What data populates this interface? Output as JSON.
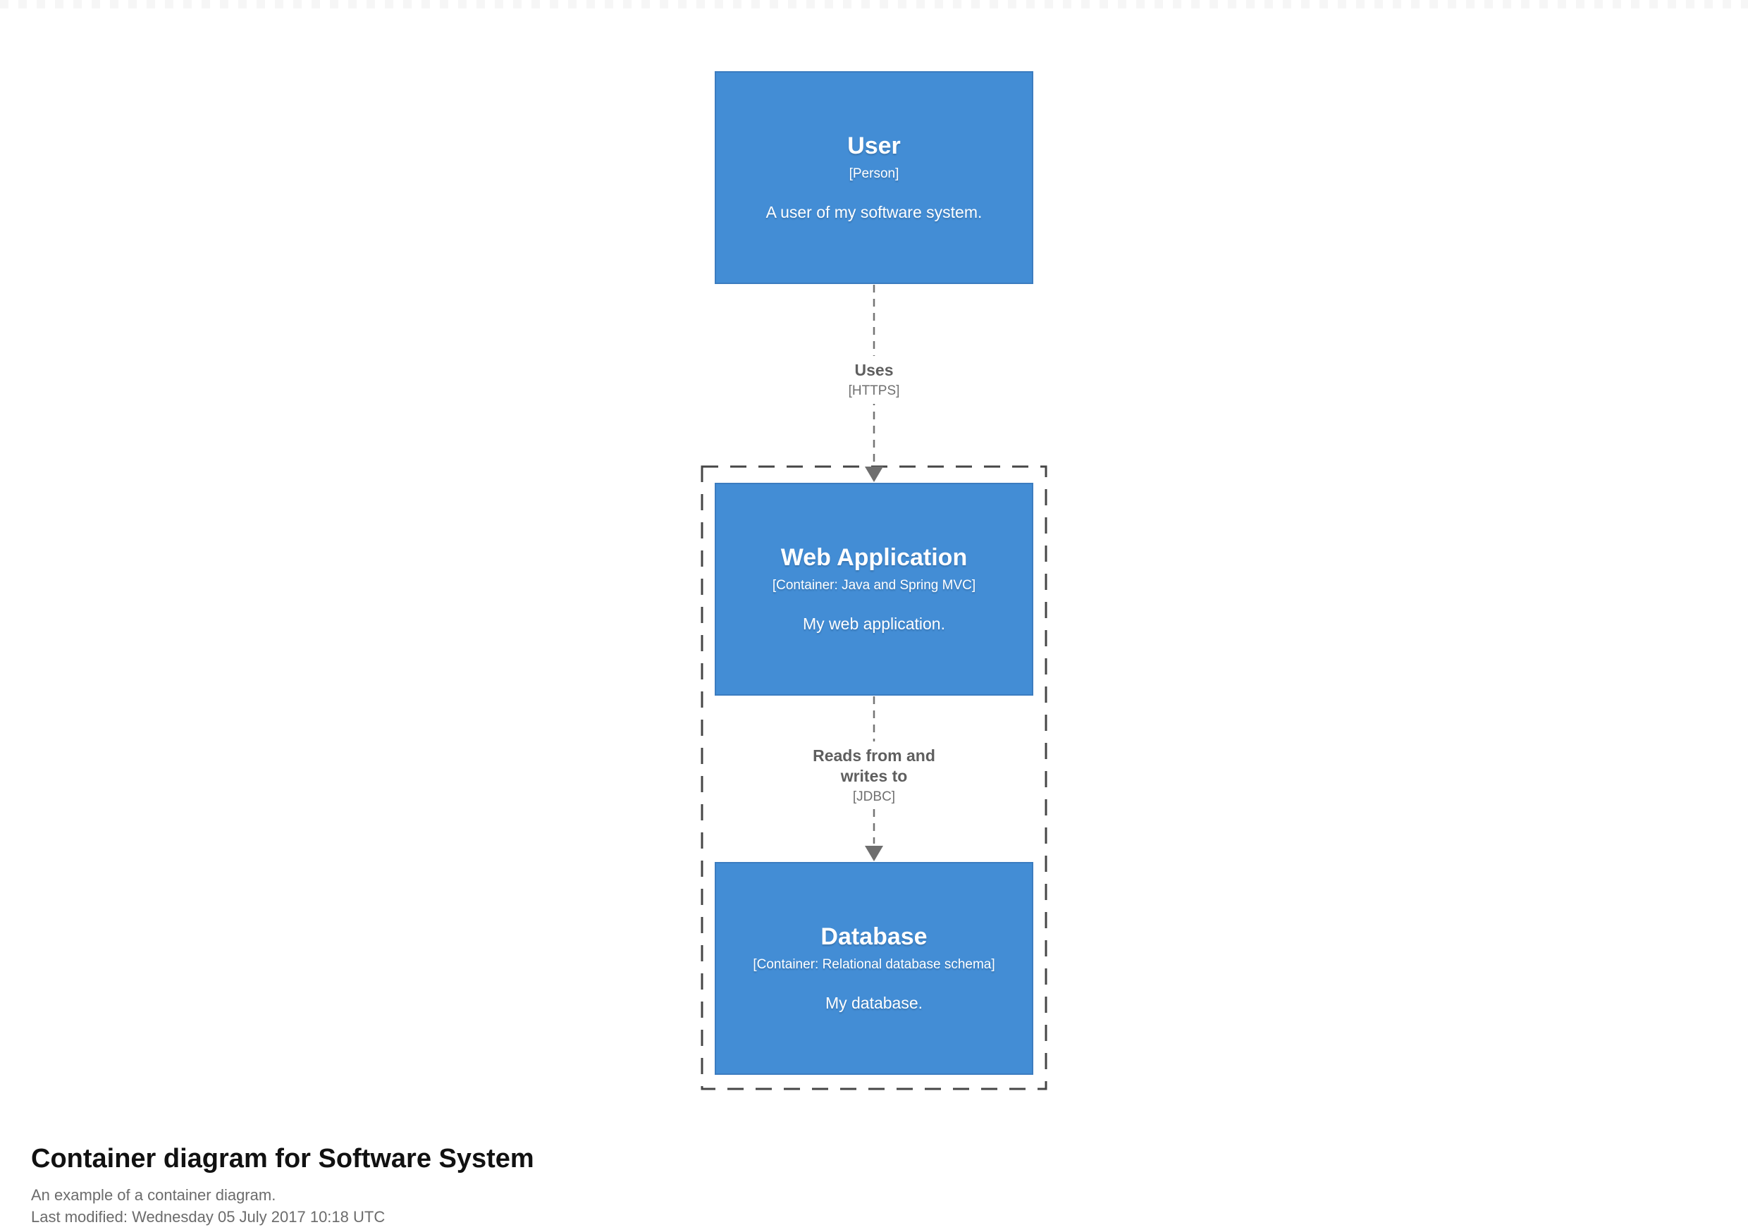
{
  "diagram": {
    "elements": [
      {
        "name": "User",
        "meta": "[Person]",
        "description": "A user of my software system."
      },
      {
        "name": "Web Application",
        "meta": "[Container: Java and Spring MVC]",
        "description": "My web application."
      },
      {
        "name": "Database",
        "meta": "[Container: Relational database schema]",
        "description": "My database."
      }
    ],
    "relationships": [
      {
        "label": "Uses",
        "technology": "[HTTPS]"
      },
      {
        "label": "Reads from and writes to",
        "technology": "[JDBC]"
      }
    ],
    "colors": {
      "element_fill": "#438dd5",
      "element_border": "#3b7cc0",
      "element_text": "#ffffff",
      "relationship_line": "#737373",
      "arrowhead": "#6e6e6e",
      "boundary_border": "#454545",
      "relationship_text": "#5f5f5f"
    }
  },
  "footer": {
    "title": "Container diagram for Software System",
    "subtitle": "An example of a container diagram.",
    "last_modified": "Last modified: Wednesday 05 July 2017 10:18 UTC"
  }
}
